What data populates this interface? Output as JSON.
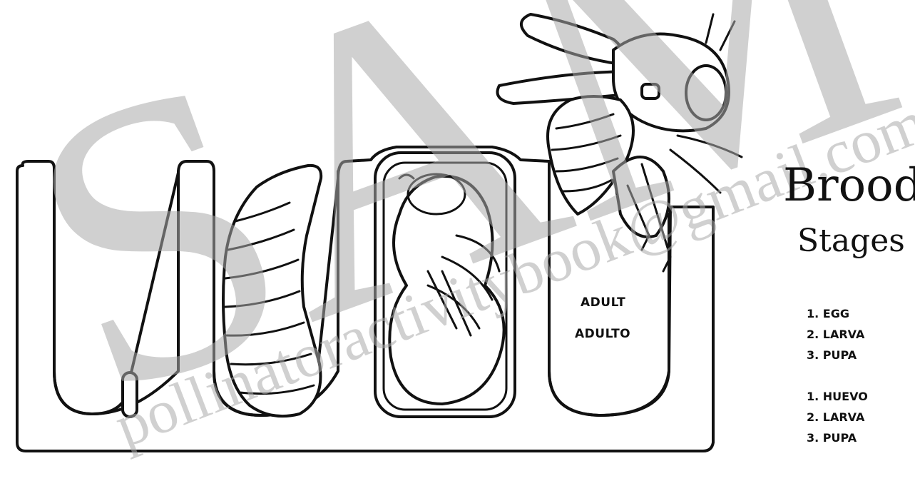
{
  "title": {
    "line1": "Brood",
    "line2": "Stages"
  },
  "cell_label": {
    "english": "ADULT",
    "spanish": "ADULTO"
  },
  "stages_english": [
    "1. EGG",
    "2. LARVA",
    "3. PUPA"
  ],
  "stages_spanish": [
    "1. HUEVO",
    "2. LARVA",
    "3. PUPA"
  ],
  "watermark": {
    "main": "SAMPLE",
    "email": "pollinatoractivitybook@gmail.com"
  }
}
